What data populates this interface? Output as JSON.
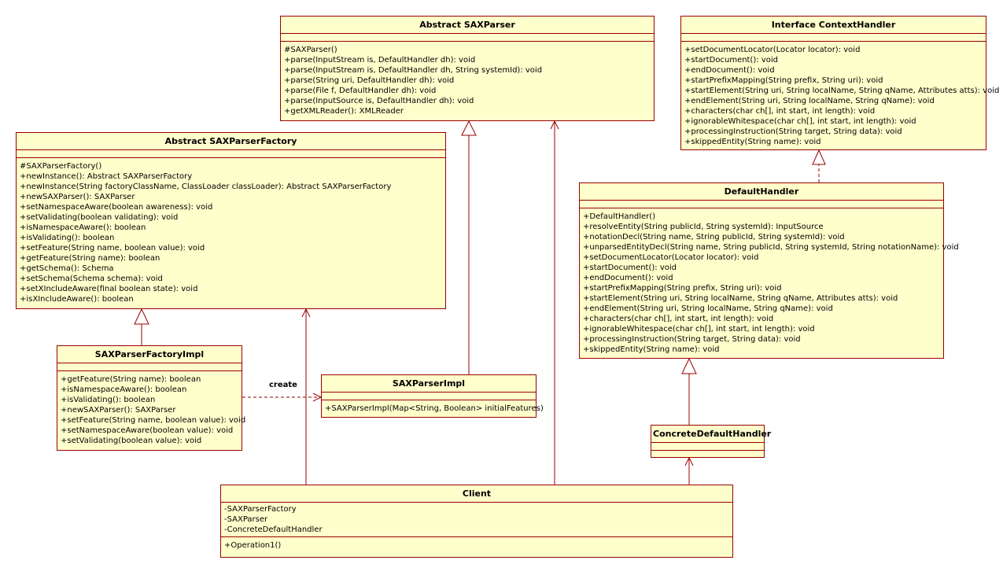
{
  "classes": {
    "saxparser": {
      "title": "Abstract SAXParser",
      "attributes": [],
      "operations": [
        "#SAXParser()",
        "+parse(InputStream is, DefaultHandler dh): void",
        "+parse(InputStream is, DefaultHandler dh, String systemId): void",
        "+parse(String uri, DefaultHandler dh): void",
        "+parse(File f, DefaultHandler dh): void",
        "+parse(InputSource is, DefaultHandler dh): void",
        "+getXMLReader(): XMLReader"
      ]
    },
    "contexthandler": {
      "title": "Interface   ContextHandler",
      "attributes": [],
      "operations": [
        "+setDocumentLocator(Locator locator): void",
        "+startDocument(): void",
        "+endDocument(): void",
        "+startPrefixMapping(String prefix, String uri): void",
        "+startElement(String uri, String localName, String qName, Attributes atts): void",
        "+endElement(String uri, String localName, String qName): void",
        "+characters(char ch[], int start, int length): void",
        "+ignorableWhitespace(char ch[], int start, int length): void",
        "+processingInstruction(String target, String data): void",
        "+skippedEntity(String name): void"
      ]
    },
    "saxparserfactory": {
      "title": "Abstract SAXParserFactory",
      "attributes": [],
      "operations": [
        "#SAXParserFactory()",
        "+newInstance(): Abstract SAXParserFactory",
        "+newInstance(String factoryClassName, ClassLoader classLoader): Abstract SAXParserFactory",
        "+newSAXParser(): SAXParser",
        "+setNamespaceAware(boolean awareness): void",
        "+setValidating(boolean validating): void",
        "+isNamespaceAware(): boolean",
        "+isValidating(): boolean",
        "+setFeature(String name, boolean value): void",
        "+getFeature(String name): boolean",
        "+getSchema(): Schema",
        "+setSchema(Schema schema): void",
        "+setXIncludeAware(final boolean state): void",
        "+isXIncludeAware(): boolean"
      ]
    },
    "defaulthandler": {
      "title": "DefaultHandler",
      "attributes": [],
      "operations": [
        "+DefaultHandler()",
        "+resolveEntity(String publicId, String systemId): InputSource",
        "+notationDecl(String name, String publicId, String systemId): void",
        "+unparsedEntityDecl(String name, String publicId, String systemId, String notationName): void",
        "+setDocumentLocator(Locator locator): void",
        "+startDocument(): void",
        "+endDocument(): void",
        "+startPrefixMapping(String prefix, String uri): void",
        "+startElement(String uri, String localName, String qName, Attributes atts): void",
        "+endElement(String uri, String localName, String qName): void",
        "+characters(char ch[], int start, int length): void",
        "+ignorableWhitespace(char ch[], int start, int length): void",
        "+processingInstruction(String target, String data): void",
        "+skippedEntity(String name): void"
      ]
    },
    "factoryimpl": {
      "title": "SAXParserFactoryImpl",
      "attributes": [],
      "operations": [
        "+getFeature(String name): boolean",
        "+isNamespaceAware(): boolean",
        "+isValidating(): boolean",
        "+newSAXParser(): SAXParser",
        "+setFeature(String name, boolean value): void",
        "+setNamespaceAware(boolean value): void",
        "+setValidating(boolean value): void"
      ]
    },
    "parserimpl": {
      "title": "SAXParserImpl",
      "attributes": [],
      "operations": [
        "+SAXParserImpl(Map<String, Boolean> initialFeatures)"
      ]
    },
    "concretehandler": {
      "title": "ConcreteDefaultHandler",
      "attributes": [],
      "operations": []
    },
    "client": {
      "title": "Client",
      "attributes": [
        "-SAXParserFactory",
        "-SAXParser",
        "-ConcreteDefaultHandler"
      ],
      "operations": [
        "+Operation1()"
      ]
    }
  },
  "relations": {
    "create_label": "create"
  },
  "colors": {
    "fill": "#ffffcc",
    "stroke": "#990000"
  }
}
